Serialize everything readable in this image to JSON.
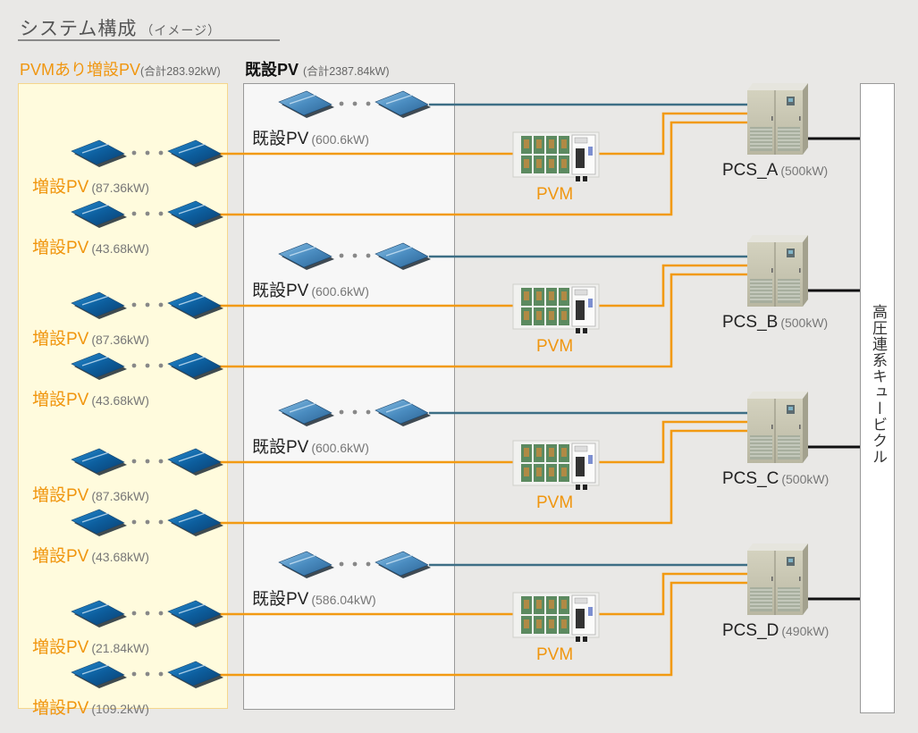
{
  "title": {
    "main": "システム構成",
    "sub": "（イメージ）"
  },
  "headers": {
    "new_pv": {
      "label": "PVMあり増設PV",
      "total": "(合計283.92kW)"
    },
    "existing_pv": {
      "label": "既設PV",
      "total": "(合計2387.84kW)"
    }
  },
  "new_pv_arrays": [
    {
      "label": "増設PV",
      "kw": "(87.36kW)"
    },
    {
      "label": "増設PV",
      "kw": "(43.68kW)"
    },
    {
      "label": "増設PV",
      "kw": "(87.36kW)"
    },
    {
      "label": "増設PV",
      "kw": "(43.68kW)"
    },
    {
      "label": "増設PV",
      "kw": "(87.36kW)"
    },
    {
      "label": "増設PV",
      "kw": "(43.68kW)"
    },
    {
      "label": "増設PV",
      "kw": "(21.84kW)"
    },
    {
      "label": "増設PV",
      "kw": "(109.2kW)"
    }
  ],
  "existing_pv_arrays": [
    {
      "label": "既設PV",
      "kw": "(600.6kW)"
    },
    {
      "label": "既設PV",
      "kw": "(600.6kW)"
    },
    {
      "label": "既設PV",
      "kw": "(600.6kW)"
    },
    {
      "label": "既設PV",
      "kw": "(586.04kW)"
    }
  ],
  "pvm_units": [
    {
      "label": "PVM"
    },
    {
      "label": "PVM"
    },
    {
      "label": "PVM"
    },
    {
      "label": "PVM"
    }
  ],
  "pcs_units": [
    {
      "label": "PCS_A",
      "kw": "(500kW)"
    },
    {
      "label": "PCS_B",
      "kw": "(500kW)"
    },
    {
      "label": "PCS_C",
      "kw": "(500kW)"
    },
    {
      "label": "PCS_D",
      "kw": "(490kW)"
    }
  ],
  "cubicle": {
    "label": "高圧連系キュービクル"
  },
  "colors": {
    "new_line": "#f29a12",
    "existing_line": "#3d6e85",
    "grid_line": "#111111"
  }
}
